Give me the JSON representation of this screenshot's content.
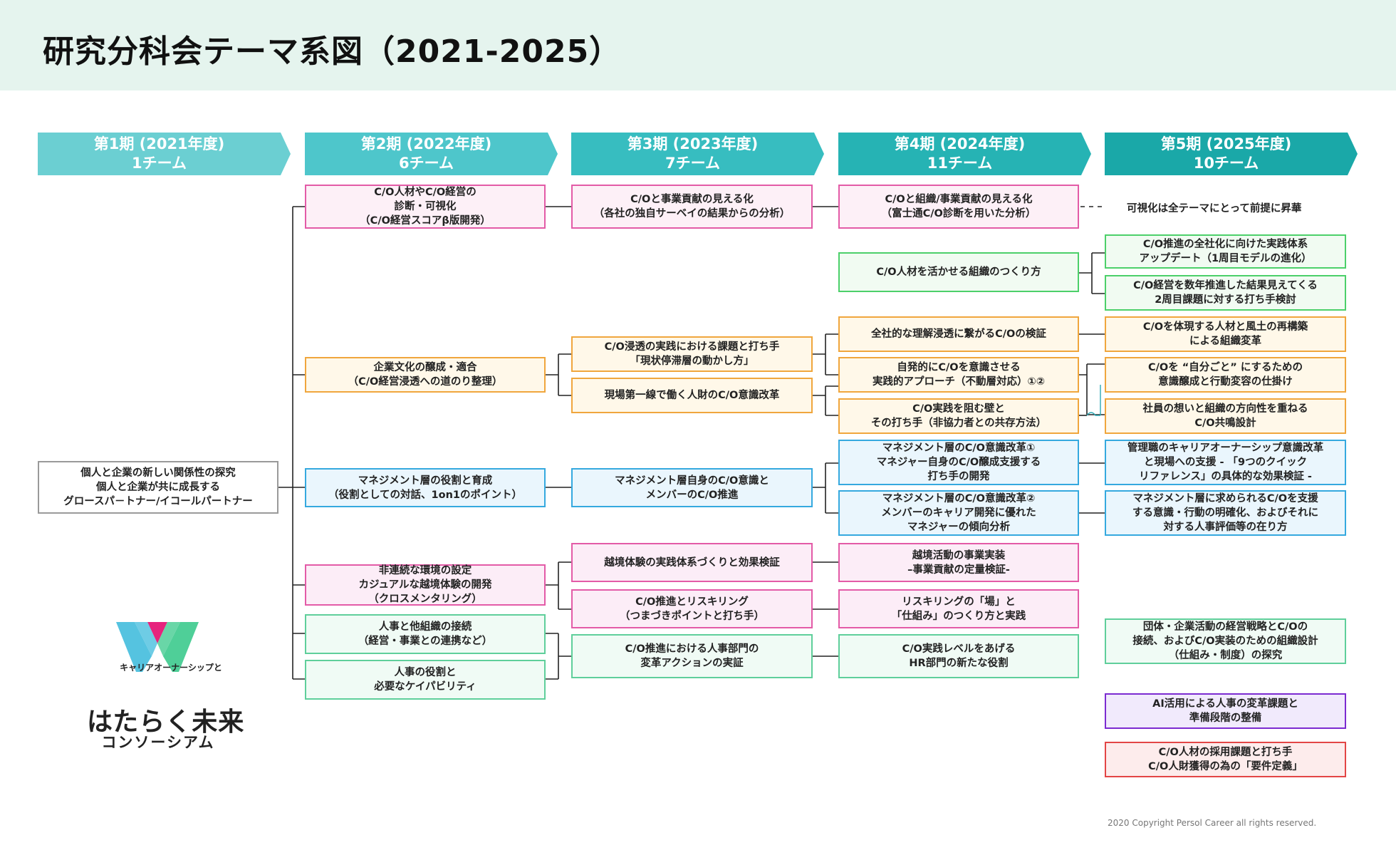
{
  "title": "研究分科会テーマ系図（2021-2025）",
  "phases": [
    {
      "line1": "第1期 (2021年度)",
      "line2": "1チーム",
      "color": "#6bcfd2"
    },
    {
      "line1": "第2期 (2022年度)",
      "line2": "6チーム",
      "color": "#4ec6cb"
    },
    {
      "line1": "第3期 (2023年度)",
      "line2": "7チーム",
      "color": "#37bdc0"
    },
    {
      "line1": "第4期 (2024年度)",
      "line2": "11チーム",
      "color": "#26b3b4"
    },
    {
      "line1": "第5期 (2025年度)",
      "line2": "10チーム",
      "color": "#1aa8a8"
    }
  ],
  "root": {
    "lines": [
      "個人と企業の新しい関係性の探究",
      "個人と企業が共に成長する",
      "グロースパ－トナー/イコールパートナー"
    ]
  },
  "p2": [
    {
      "lines": [
        "C/O人材やC/O経営の",
        "診断・可視化",
        "（C/O経営スコアβ版開発）"
      ]
    },
    {
      "lines": [
        "企業文化の醸成・適合",
        "（C/O経営浸透への道のり整理）"
      ]
    },
    {
      "lines": [
        "マネジメント層の役割と育成",
        "（役割としての対話、1on1のポイント）"
      ]
    },
    {
      "lines": [
        "非連続な環境の設定",
        "カジュアルな越境体験の開発",
        "（クロスメンタリング）"
      ]
    },
    {
      "lines": [
        "人事と他組織の接続",
        "（経営・事業との連携など）"
      ]
    },
    {
      "lines": [
        "人事の役割と",
        "必要なケイパビリティ"
      ]
    }
  ],
  "p3": [
    {
      "lines": [
        "C/Oと事業貢献の見える化",
        "（各社の独自サーベイの結果からの分析）"
      ]
    },
    {
      "lines": [
        "C/O浸透の実践における課題と打ち手",
        "「現状停滞層の動かし方」"
      ]
    },
    {
      "lines": [
        "現場第一線で働く人財のC/O意識改革"
      ]
    },
    {
      "lines": [
        "マネジメント層自身のC/O意識と",
        "メンバーのC/O推進"
      ]
    },
    {
      "lines": [
        "越境体験の実践体系づくりと効果検証"
      ]
    },
    {
      "lines": [
        "C/O推進とリスキリング",
        "（つまづきポイントと打ち手）"
      ]
    },
    {
      "lines": [
        "C/O推進における人事部門の",
        "変革アクションの実証"
      ]
    }
  ],
  "p4": [
    {
      "lines": [
        "C/Oと組織/事業貢献の見える化",
        "（富士通C/O診断を用いた分析）"
      ]
    },
    {
      "lines": [
        "C/O人材を活かせる組織のつくり方"
      ]
    },
    {
      "lines": [
        "全社的な理解浸透に繋がるC/Oの検証"
      ]
    },
    {
      "lines": [
        "自発的にC/Oを意識させる",
        "実践的アプローチ（不動層対応）①②"
      ]
    },
    {
      "lines": [
        "C/O実践を阻む壁と",
        "その打ち手（非協力者との共存方法）"
      ]
    },
    {
      "lines": [
        "マネジメント層のC/O意識改革①",
        "マネジャー自身のC/O醸成支援する",
        "打ち手の開発"
      ]
    },
    {
      "lines": [
        "マネジメント層のC/O意識改革②",
        "メンバーのキャリア開発に優れた",
        "マネジャーの傾向分析"
      ]
    },
    {
      "lines": [
        "越境活動の事業実装",
        "–事業貢献の定量検証-"
      ]
    },
    {
      "lines": [
        "リスキリングの「場」と",
        "「仕組み」のつくり方と実践"
      ]
    },
    {
      "lines": [
        "C/O実践レベルをあげる",
        "HR部門の新たな役割"
      ]
    }
  ],
  "p5_note": "可視化は全テーマにとって前提に昇華",
  "p5": [
    {
      "lines": [
        "C/O推進の全社化に向けた実践体系",
        "アップデート（1周目モデルの進化）"
      ]
    },
    {
      "lines": [
        "C/O経営を数年推進した結果見えてくる",
        "2周目課題に対する打ち手検討"
      ]
    },
    {
      "lines": [
        "C/Oを体現する人材と風土の再構築",
        "による組織変革"
      ]
    },
    {
      "lines": [
        "C/Oを “自分ごと” にするための",
        "意識醸成と行動変容の仕掛け"
      ]
    },
    {
      "lines": [
        "社員の想いと組織の方向性を重ねる",
        "C/O共鳴設計"
      ]
    },
    {
      "lines": [
        "管理職のキャリアオーナーシップ意識改革",
        "と現場への支援 - 「9つのクイック",
        "リファレンス」の具体的な効果検証 -"
      ]
    },
    {
      "lines": [
        "マネジメント層に求められるC/Oを支援",
        "する意識・行動の明確化、およびそれに",
        "対する人事評価等の在り方"
      ]
    },
    {
      "lines": [
        "団体・企業活動の経営戦略とC/Oの",
        "接続、およびC/O実装のための組織設計",
        "（仕組み・制度）の探究"
      ]
    },
    {
      "lines": [
        "AI活用による人事の変革課題と",
        "準備段階の整備"
      ]
    },
    {
      "lines": [
        "C/O人材の採用課題と打ち手",
        "C/O人財獲得の為の「要件定義」"
      ]
    }
  ],
  "logo": {
    "subtitle": "キャリアオーナーシップと",
    "main": "はたらく未来",
    "tail": "コンソーシアム"
  },
  "copyright": "2020 Copyright Persol Career all rights reserved."
}
